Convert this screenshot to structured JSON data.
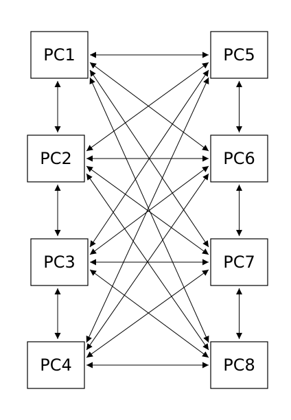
{
  "nodes": [
    {
      "id": "pc1",
      "label": "PC1"
    },
    {
      "id": "pc2",
      "label": "PC2"
    },
    {
      "id": "pc3",
      "label": "PC3"
    },
    {
      "id": "pc4",
      "label": "PC4"
    },
    {
      "id": "pc5",
      "label": "PC5"
    },
    {
      "id": "pc6",
      "label": "PC6"
    },
    {
      "id": "pc7",
      "label": "PC7"
    },
    {
      "id": "pc8",
      "label": "PC8"
    }
  ],
  "edges": [
    {
      "from": "pc1",
      "to": "pc2",
      "direction": "both"
    },
    {
      "from": "pc2",
      "to": "pc3",
      "direction": "both"
    },
    {
      "from": "pc3",
      "to": "pc4",
      "direction": "both"
    },
    {
      "from": "pc5",
      "to": "pc6",
      "direction": "both"
    },
    {
      "from": "pc6",
      "to": "pc7",
      "direction": "both"
    },
    {
      "from": "pc7",
      "to": "pc8",
      "direction": "both"
    },
    {
      "from": "pc1",
      "to": "pc5",
      "direction": "both"
    },
    {
      "from": "pc1",
      "to": "pc6",
      "direction": "both"
    },
    {
      "from": "pc1",
      "to": "pc7",
      "direction": "both"
    },
    {
      "from": "pc1",
      "to": "pc8",
      "direction": "both"
    },
    {
      "from": "pc2",
      "to": "pc5",
      "direction": "both"
    },
    {
      "from": "pc2",
      "to": "pc6",
      "direction": "both"
    },
    {
      "from": "pc2",
      "to": "pc7",
      "direction": "both"
    },
    {
      "from": "pc2",
      "to": "pc8",
      "direction": "both"
    },
    {
      "from": "pc3",
      "to": "pc5",
      "direction": "both"
    },
    {
      "from": "pc3",
      "to": "pc6",
      "direction": "both"
    },
    {
      "from": "pc3",
      "to": "pc7",
      "direction": "both"
    },
    {
      "from": "pc3",
      "to": "pc8",
      "direction": "both"
    },
    {
      "from": "pc4",
      "to": "pc5",
      "direction": "both"
    },
    {
      "from": "pc4",
      "to": "pc6",
      "direction": "both"
    },
    {
      "from": "pc4",
      "to": "pc7",
      "direction": "both"
    },
    {
      "from": "pc4",
      "to": "pc8",
      "direction": "both"
    }
  ]
}
